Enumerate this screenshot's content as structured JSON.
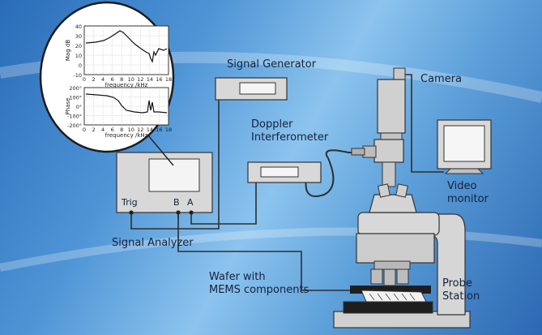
{
  "labels": {
    "signal_generator": "Signal Generator",
    "camera": "Camera",
    "doppler_line1": "Doppler",
    "doppler_line2": "Interferometer",
    "video_line1": "Video",
    "video_line2": "monitor",
    "signal_analyzer": "Signal Analyzer",
    "wafer_line1": "Wafer with",
    "wafer_line2": "MEMS components",
    "probe_line1": "Probe",
    "probe_line2": "Station"
  },
  "ports": {
    "trig": "Trig",
    "b": "B",
    "a": "A"
  },
  "inset": {
    "mag_plot": {
      "ylabel": "Mag dB",
      "xlabel": "frequency /kHz",
      "yticks": [
        "40",
        "30",
        "20",
        "10",
        "0",
        "-10"
      ],
      "xticks": [
        "0",
        "2",
        "4",
        "6",
        "8",
        "10",
        "12",
        "14",
        "16",
        "18"
      ]
    },
    "phase_plot": {
      "ylabel": "Phase",
      "xlabel": "frequency /kHz",
      "yticks": [
        "200°",
        "100°",
        "0°",
        "-100°",
        "-200°"
      ],
      "xticks": [
        "0",
        "2",
        "4",
        "6",
        "8",
        "10",
        "12",
        "14",
        "16",
        "18"
      ]
    }
  },
  "colors": {
    "background": "#4f95d6",
    "equipment": "#d4d4d4",
    "wire": "#2e2e2e"
  }
}
